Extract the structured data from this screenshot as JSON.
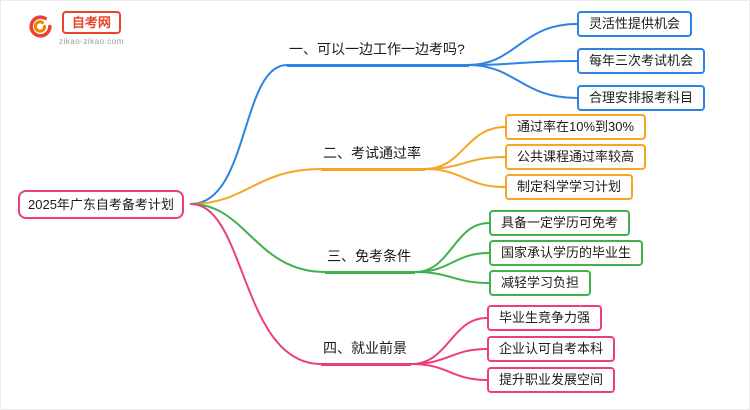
{
  "logo": {
    "brand": "自考网",
    "domain": "zikao-zikao.com",
    "color": "#E8432E",
    "accent": "#F08300"
  },
  "root": {
    "label": "2025年广东自考备考计划",
    "color": "#ED3E7C"
  },
  "branches": [
    {
      "label": "一、可以一边工作一边考吗?",
      "color": "#2E82E3",
      "children": [
        "灵活性提供机会",
        "每年三次考试机会",
        "合理安排报考科目"
      ]
    },
    {
      "label": "二、考试通过率",
      "color": "#F5A623",
      "children": [
        "通过率在10%到30%",
        "公共课程通过率较高",
        "制定科学学习计划"
      ]
    },
    {
      "label": "三、免考条件",
      "color": "#40B14C",
      "children": [
        "具备一定学历可免考",
        "国家承认学历的毕业生",
        "减轻学习负担"
      ]
    },
    {
      "label": "四、就业前景",
      "color": "#ED3E7C",
      "children": [
        "毕业生竞争力强",
        "企业认可自考本科",
        "提升职业发展空间"
      ]
    }
  ]
}
